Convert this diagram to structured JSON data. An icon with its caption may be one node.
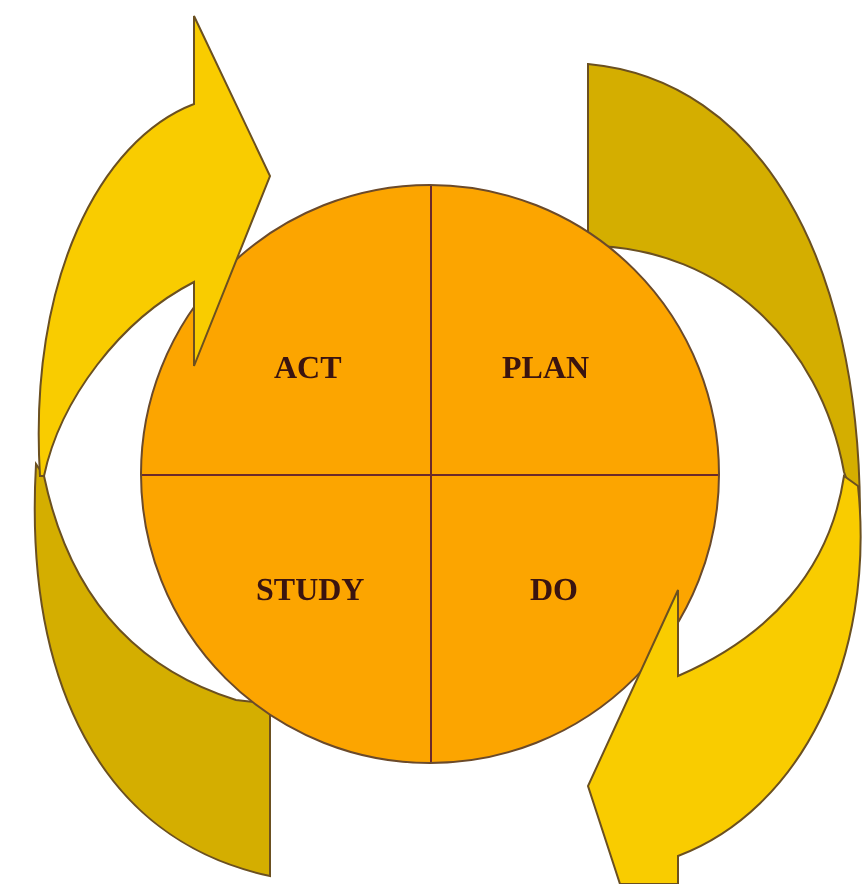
{
  "diagram": {
    "nodes": [
      {
        "text": [],
        "shape": "circle"
      },
      {
        "text": [
          "ACT"
        ],
        "in": 0
      },
      {
        "text": [
          "PLAN"
        ],
        "in": 0
      },
      {
        "text": [
          "STUDY"
        ],
        "in": 0
      },
      {
        "text": [
          "DO"
        ],
        "in": 0
      }
    ]
  }
}
